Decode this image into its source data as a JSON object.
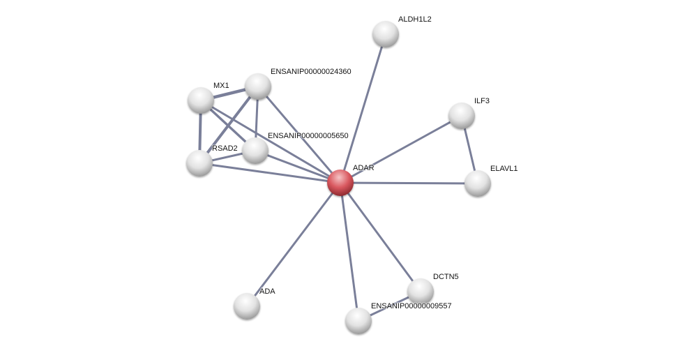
{
  "network": {
    "center_node": "ADAR",
    "colors": {
      "edge": "#7a7f99",
      "center_node": "#d9585f",
      "node": "#e6e6e6"
    },
    "nodes": [
      {
        "id": "ADAR",
        "label": "ADAR"
      },
      {
        "id": "ALDH1L2",
        "label": "ALDH1L2"
      },
      {
        "id": "ENSANIP00000024360",
        "label": "ENSANIP00000024360"
      },
      {
        "id": "MX1",
        "label": "MX1"
      },
      {
        "id": "ENSANIP00000005650",
        "label": "ENSANIP00000005650"
      },
      {
        "id": "RSAD2",
        "label": "RSAD2"
      },
      {
        "id": "ILF3",
        "label": "ILF3"
      },
      {
        "id": "ELAVL1",
        "label": "ELAVL1"
      },
      {
        "id": "ADA",
        "label": "ADA"
      },
      {
        "id": "DCTN5",
        "label": "DCTN5"
      },
      {
        "id": "ENSANIP00000009557",
        "label": "ENSANIP00000009557"
      }
    ],
    "edges": [
      [
        "ADAR",
        "ALDH1L2"
      ],
      [
        "ADAR",
        "ENSANIP00000024360"
      ],
      [
        "ADAR",
        "MX1"
      ],
      [
        "ADAR",
        "ENSANIP00000005650"
      ],
      [
        "ADAR",
        "RSAD2"
      ],
      [
        "ADAR",
        "ILF3"
      ],
      [
        "ADAR",
        "ELAVL1"
      ],
      [
        "ADAR",
        "ADA"
      ],
      [
        "ADAR",
        "DCTN5"
      ],
      [
        "ADAR",
        "ENSANIP00000009557"
      ],
      [
        "ILF3",
        "ELAVL1"
      ],
      [
        "MX1",
        "ENSANIP00000024360"
      ],
      [
        "MX1",
        "RSAD2"
      ],
      [
        "MX1",
        "ENSANIP00000005650"
      ],
      [
        "RSAD2",
        "ENSANIP00000024360"
      ],
      [
        "RSAD2",
        "ENSANIP00000005650"
      ],
      [
        "ENSANIP00000024360",
        "ENSANIP00000005650"
      ],
      [
        "DCTN5",
        "ENSANIP00000009557"
      ]
    ]
  }
}
